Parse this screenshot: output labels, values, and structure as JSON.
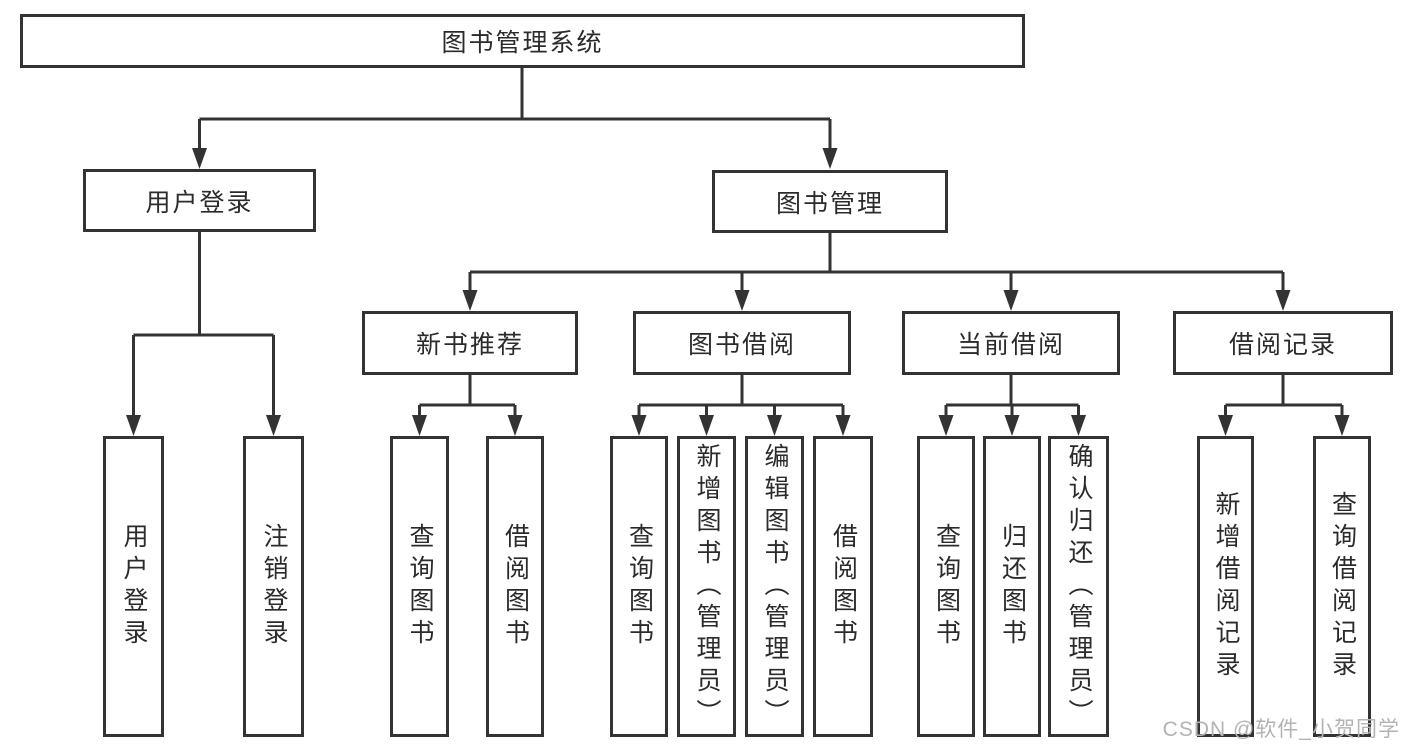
{
  "title": "图书管理系统",
  "level2": {
    "user_login": "用户登录",
    "book_mgmt": "图书管理"
  },
  "level3": {
    "new_books": "新书推荐",
    "borrowing": "图书借阅",
    "current": "当前借阅",
    "records": "借阅记录"
  },
  "leaves": {
    "login": "用户登录",
    "logout": "注销登录",
    "nb_query": "查询图书",
    "nb_borrow": "借阅图书",
    "bb_query": "查询图书",
    "bb_add": "新增图书（管理员）",
    "bb_edit": "编辑图书（管理员）",
    "bb_borrow": "借阅图书",
    "cb_query": "查询图书",
    "cb_return": "归还图书",
    "cb_confirm": "确认归还（管理员）",
    "br_add": "新增借阅记录",
    "br_query": "查询借阅记录"
  },
  "watermark": "CSDN @软件_小贺同学",
  "colors": {
    "line": "#333333",
    "text": "#2b2b2b",
    "watermark": "#b3b3b3",
    "background": "#ffffff"
  }
}
